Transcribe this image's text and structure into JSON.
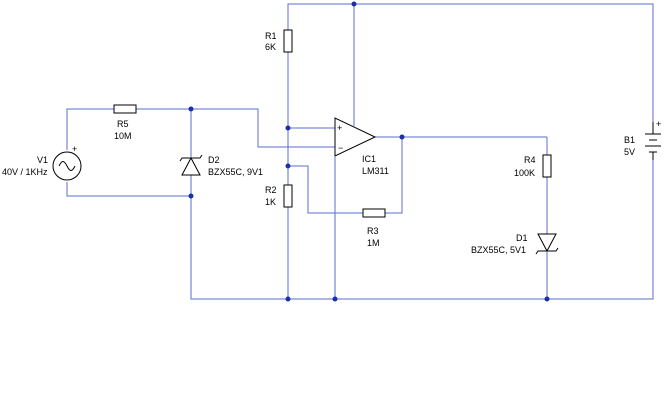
{
  "components": {
    "r1": {
      "ref": "R1",
      "value": "6K"
    },
    "r2": {
      "ref": "R2",
      "value": "1K"
    },
    "r3": {
      "ref": "R3",
      "value": "1M"
    },
    "r4": {
      "ref": "R4",
      "value": "100K"
    },
    "r5": {
      "ref": "R5",
      "value": "10M"
    },
    "d1": {
      "ref": "D1",
      "value": "BZX55C, 5V1"
    },
    "d2": {
      "ref": "D2",
      "value": "BZX55C, 9V1"
    },
    "ic1": {
      "ref": "IC1",
      "value": "LM311",
      "plus": "+",
      "minus": "−"
    },
    "v1": {
      "ref": "V1",
      "value": "40V / 1KHz",
      "polarity": "+"
    },
    "b1": {
      "ref": "B1",
      "value": "5V",
      "polarity": "+"
    }
  },
  "colors": {
    "wire": "#5b6fcf",
    "junction": "#1a2fb0",
    "component": "#000000"
  }
}
